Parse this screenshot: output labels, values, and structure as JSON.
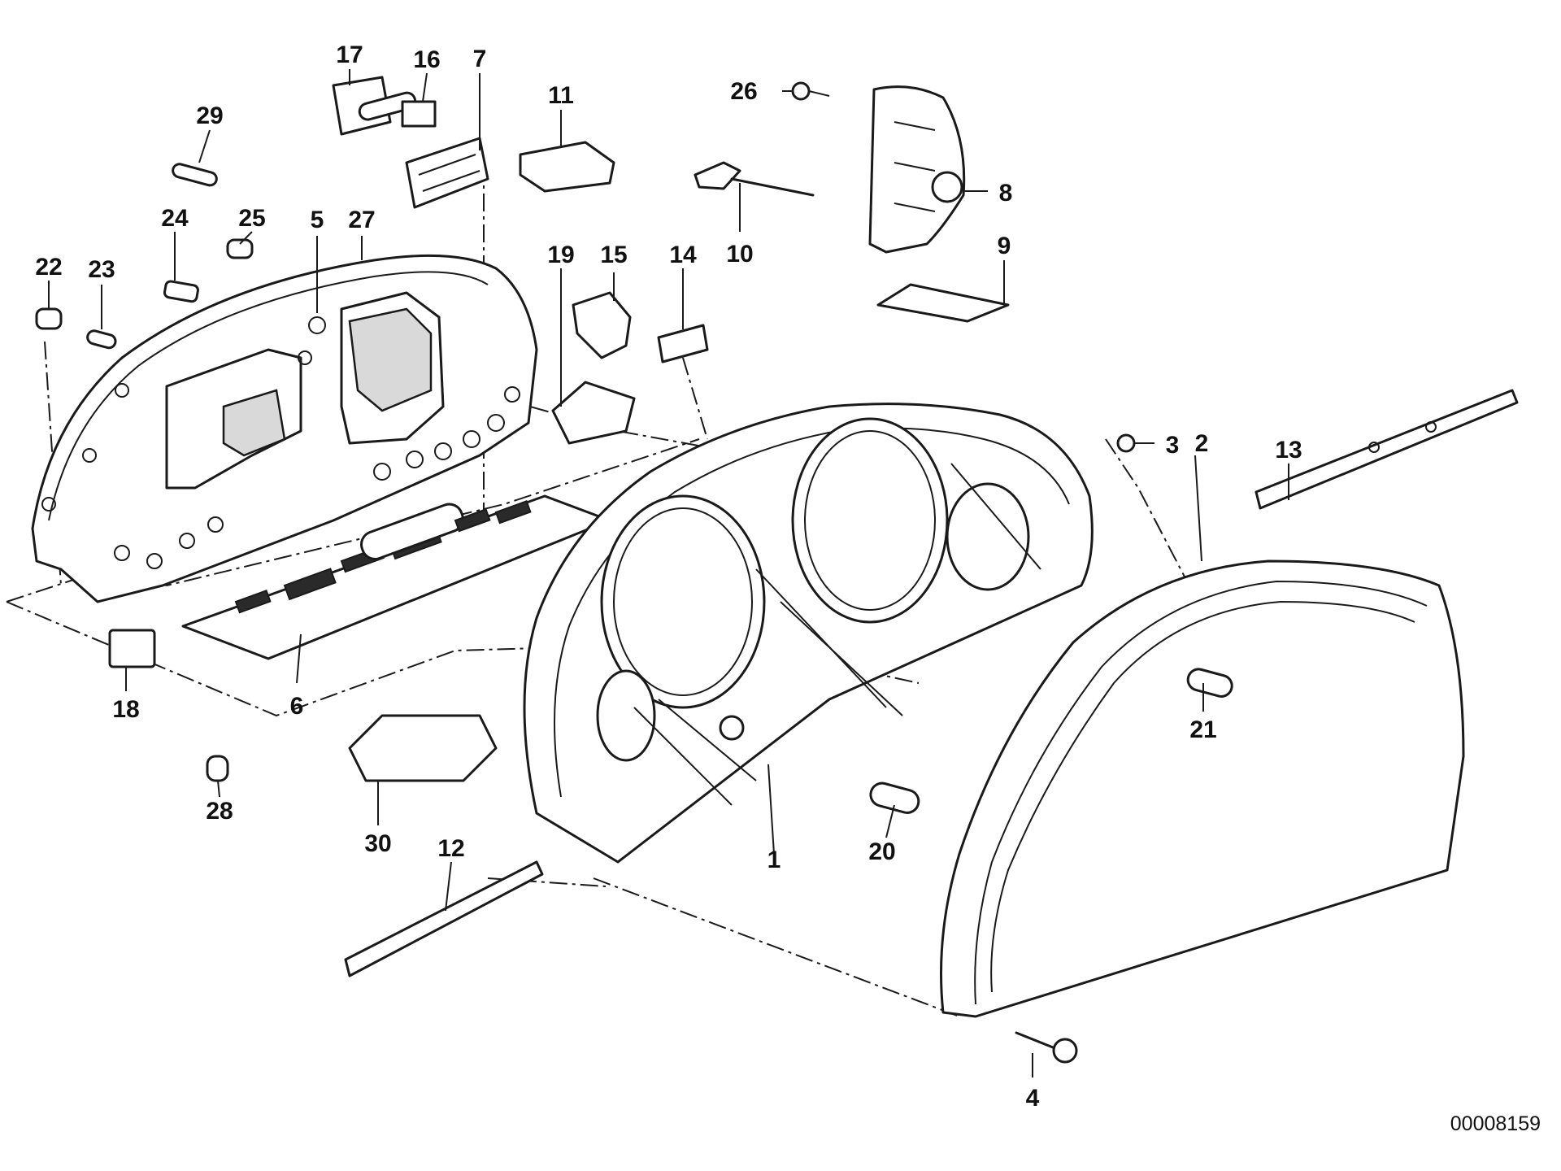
{
  "document_id": "00008159",
  "callouts": [
    {
      "n": "1"
    },
    {
      "n": "2"
    },
    {
      "n": "3"
    },
    {
      "n": "4"
    },
    {
      "n": "5"
    },
    {
      "n": "6"
    },
    {
      "n": "7"
    },
    {
      "n": "8"
    },
    {
      "n": "9"
    },
    {
      "n": "10"
    },
    {
      "n": "11"
    },
    {
      "n": "12"
    },
    {
      "n": "13"
    },
    {
      "n": "14"
    },
    {
      "n": "15"
    },
    {
      "n": "16"
    },
    {
      "n": "17"
    },
    {
      "n": "18"
    },
    {
      "n": "19"
    },
    {
      "n": "20"
    },
    {
      "n": "21"
    },
    {
      "n": "22"
    },
    {
      "n": "23"
    },
    {
      "n": "24"
    },
    {
      "n": "25"
    },
    {
      "n": "26"
    },
    {
      "n": "27"
    },
    {
      "n": "28"
    },
    {
      "n": "29"
    },
    {
      "n": "30"
    }
  ]
}
